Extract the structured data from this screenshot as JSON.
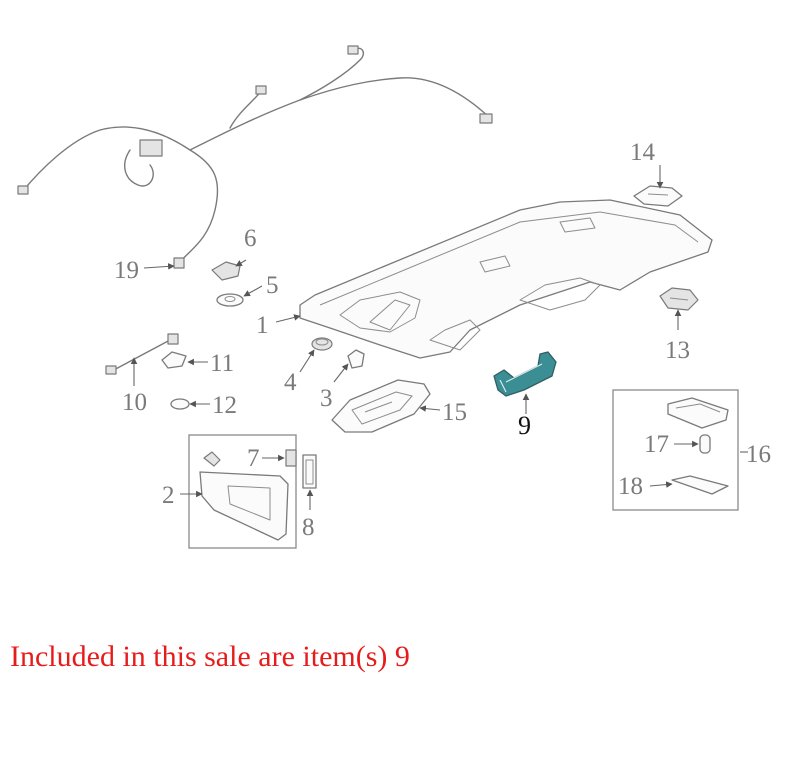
{
  "diagram": {
    "callouts": {
      "c1": "1",
      "c2": "2",
      "c3": "3",
      "c4": "4",
      "c5": "5",
      "c6": "6",
      "c7": "7",
      "c8": "8",
      "c9": "9",
      "c10": "10",
      "c11": "11",
      "c12": "12",
      "c13": "13",
      "c14": "14",
      "c15": "15",
      "c16": "16",
      "c17": "17",
      "c18": "18",
      "c19": "19"
    },
    "highlighted_item": "9",
    "colors": {
      "highlight": "#3a8e94",
      "line_art": "#7a7a7a",
      "note": "#e61c1c"
    }
  },
  "note": {
    "text": "Included in this sale are item(s) 9"
  }
}
